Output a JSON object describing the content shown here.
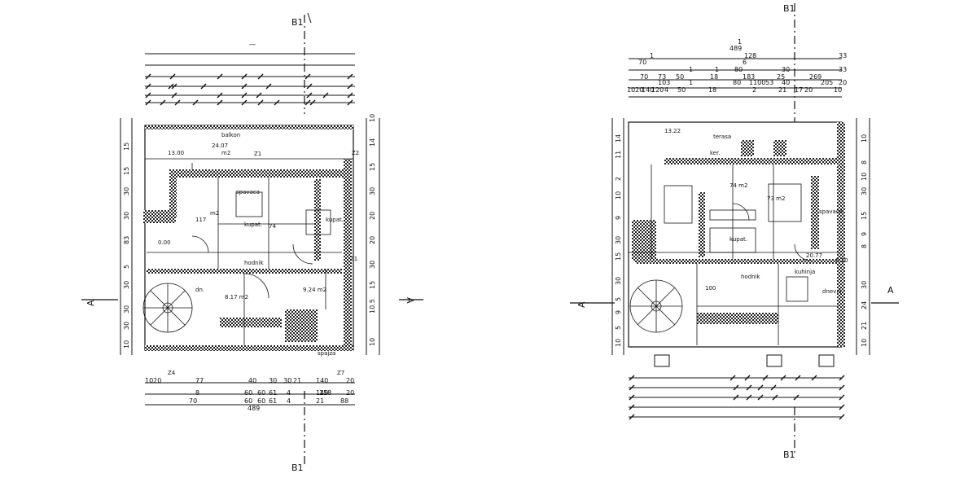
{
  "left_plan": {
    "section_top": "B1",
    "section_bottom": "B1",
    "section_left": "A",
    "section_right": "A",
    "top_dims": [
      "—"
    ],
    "bottom_dims": [
      {
        "t": "1020"
      },
      {
        "t": "77"
      },
      {
        "t": "40"
      },
      {
        "t": "30"
      },
      {
        "t": "30"
      },
      {
        "t": "21"
      },
      {
        "t": "140"
      },
      {
        "t": "20"
      },
      {
        "t": "8"
      },
      {
        "t": "60"
      },
      {
        "t": "60"
      },
      {
        "t": "61"
      },
      {
        "t": "4"
      },
      {
        "t": "158"
      },
      {
        "t": "20"
      },
      {
        "t": "70"
      },
      {
        "t": "60"
      },
      {
        "t": "60"
      },
      {
        "t": "61"
      },
      {
        "t": "4"
      },
      {
        "t": "21"
      },
      {
        "t": "140"
      },
      {
        "t": "88"
      },
      {
        "t": "489"
      }
    ],
    "left_dims": [
      "15",
      "15",
      "30",
      "30",
      "83",
      "5",
      "30",
      "30",
      "30",
      "10"
    ],
    "right_dims": [
      "10",
      "14",
      "15",
      "30",
      "20",
      "20",
      "30",
      "15",
      "10.5",
      "10"
    ],
    "room_labels": [
      {
        "t": "balkon"
      },
      {
        "t": "24.07"
      },
      {
        "t": "13.00"
      },
      {
        "t": "m2"
      },
      {
        "t": "Z1"
      },
      {
        "t": "Z2"
      },
      {
        "t": "spavaca"
      },
      {
        "t": "117"
      },
      {
        "t": "m2"
      },
      {
        "t": "kupat."
      },
      {
        "t": "74"
      },
      {
        "t": "kupat."
      },
      {
        "t": "0.00"
      },
      {
        "t": "dn."
      },
      {
        "t": "8.17 m2"
      },
      {
        "t": "9.24 m2"
      },
      {
        "t": "hodnik"
      },
      {
        "t": "Z1"
      },
      {
        "t": "Z4"
      },
      {
        "t": "Z7"
      },
      {
        "t": "spajza"
      }
    ]
  },
  "right_plan": {
    "section_top": "B1",
    "section_bottom": "B1",
    "section_left": "A",
    "section_right": "A",
    "top_dims": [
      {
        "t": "1"
      },
      {
        "t": "489"
      },
      {
        "t": "128"
      },
      {
        "t": "1"
      },
      {
        "t": "70"
      },
      {
        "t": "6"
      },
      {
        "t": "33"
      },
      {
        "t": "1"
      },
      {
        "t": "1"
      },
      {
        "t": "80"
      },
      {
        "t": "30"
      },
      {
        "t": "33"
      },
      {
        "t": "70"
      },
      {
        "t": "73"
      },
      {
        "t": "50"
      },
      {
        "t": "18"
      },
      {
        "t": "183"
      },
      {
        "t": "25"
      },
      {
        "t": "269"
      },
      {
        "t": "103"
      },
      {
        "t": "1"
      },
      {
        "t": "80"
      },
      {
        "t": "1100"
      },
      {
        "t": "53"
      },
      {
        "t": "40"
      },
      {
        "t": "205"
      },
      {
        "t": "20"
      },
      {
        "t": "1020"
      },
      {
        "t": "140"
      },
      {
        "t": "120"
      },
      {
        "t": "4"
      },
      {
        "t": "50"
      },
      {
        "t": "18"
      },
      {
        "t": "2"
      },
      {
        "t": "21"
      },
      {
        "t": "17"
      },
      {
        "t": "20"
      },
      {
        "t": "10"
      }
    ],
    "left_dims": [
      "14",
      "11",
      "2",
      "10",
      "9",
      "30",
      "15",
      "30",
      "5",
      "9",
      "5",
      "10"
    ],
    "right_dims": [
      "10",
      "8",
      "10",
      "30",
      "15",
      "9",
      "8",
      "30",
      "24",
      "21",
      "10"
    ],
    "room_labels": [
      {
        "t": "13.22"
      },
      {
        "t": "terasa"
      },
      {
        "t": "ker."
      },
      {
        "t": "74 m2"
      },
      {
        "t": "73 m2"
      },
      {
        "t": "spavaca"
      },
      {
        "t": "kupat."
      },
      {
        "t": "100"
      },
      {
        "t": "hodnik"
      },
      {
        "t": "kuhinja"
      },
      {
        "t": "dnevni"
      },
      {
        "t": "20.77"
      },
      {
        "t": "6.10"
      }
    ]
  },
  "colors": {
    "line": "#111111",
    "wall_hatch": "#222222",
    "background": "#ffffff"
  }
}
